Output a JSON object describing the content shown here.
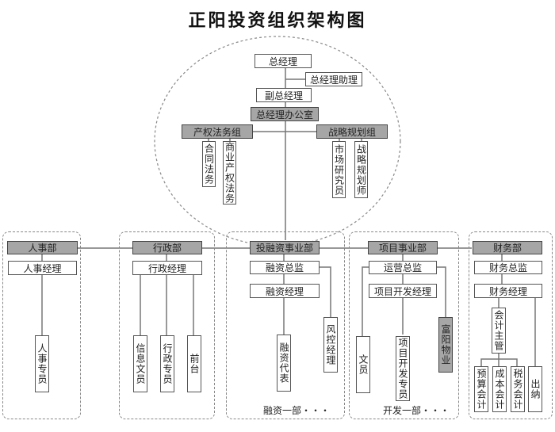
{
  "title": "正阳投资组织架构图",
  "top": {
    "general_manager": "总经理",
    "gm_assistant": "总经理助理",
    "deputy_gm": "副总经理",
    "gm_office": "总经理办公室",
    "legal_group": {
      "label": "产权法务组",
      "members": [
        "合同法务",
        "商业产权法务"
      ]
    },
    "strategy_group": {
      "label": "战略规划组",
      "members": [
        "市场研究员",
        "战略规划师"
      ]
    }
  },
  "departments": {
    "hr": {
      "label": "人事部",
      "manager": "人事经理",
      "members": [
        "人事专员"
      ]
    },
    "admin": {
      "label": "行政部",
      "manager": "行政经理",
      "members": [
        "信息文员",
        "行政专员",
        "前台"
      ]
    },
    "investment": {
      "label": "投融资事业部",
      "director": "融资总监",
      "manager": "融资经理",
      "members": [
        "融资代表",
        "风控经理"
      ],
      "footer": "融资一部・・・"
    },
    "project": {
      "label": "项目事业部",
      "director": "运营总监",
      "manager": "项目开发经理",
      "members": [
        "文员",
        "项目开发专员",
        "富阳物业"
      ],
      "footer": "开发一部・・・"
    },
    "finance": {
      "label": "财务部",
      "director": "财务总监",
      "manager": "财务经理",
      "supervisor": "会计主管",
      "members": [
        "预算会计",
        "成本会计",
        "税务会计",
        "出纳"
      ]
    }
  },
  "colors": {
    "dark_box": "#a6a6a6",
    "line": "#777777",
    "dashed_border": "#888888"
  }
}
